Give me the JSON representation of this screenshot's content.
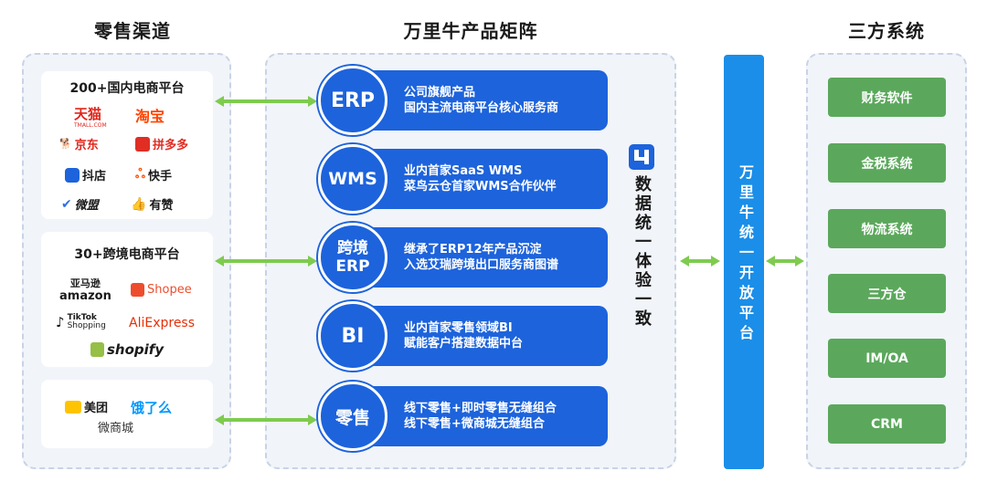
{
  "titles": {
    "retail": "零售渠道",
    "products": "万里牛产品矩阵",
    "third_party": "三方系统"
  },
  "retail": {
    "domestic": {
      "title": "200+国内电商平台",
      "logos": [
        "天猫",
        "TMALL.COM",
        "淘宝",
        "京东",
        "拼多多",
        "抖店",
        "快手",
        "微盟",
        "有赞"
      ]
    },
    "cross_border": {
      "title": "30+跨境电商平台",
      "logos": [
        "亚马逊",
        "amazon",
        "Shopee",
        "TikTok",
        "Shopping",
        "AliExpress",
        "shopify"
      ]
    },
    "local": {
      "logos": [
        "美团",
        "饿了么"
      ],
      "sub_label": "微商城"
    }
  },
  "products": [
    {
      "badge": "ERP",
      "line1": "公司旗舰产品",
      "line2": "国内主流电商平台核心服务商"
    },
    {
      "badge": "WMS",
      "line1": "业内首家SaaS WMS",
      "line2": "菜鸟云仓首家WMS合作伙伴"
    },
    {
      "badge_line1": "跨境",
      "badge_line2": "ERP",
      "line1": "继承了ERP12年产品沉淀",
      "line2": "入选艾瑞跨境出口服务商图谱"
    },
    {
      "badge": "BI",
      "line1": "业内首家零售领域BI",
      "line2": "赋能客户搭建数据中台"
    },
    {
      "badge": "零售",
      "line1": "线下零售+即时零售无缝组合",
      "line2": "线下零售+微商城无缝组合"
    }
  ],
  "data_unified": "数据统一体验一致",
  "open_platform": "万里牛统一开放平台",
  "systems": [
    "财务软件",
    "金税系统",
    "物流系统",
    "三方仓",
    "IM/OA",
    "CRM"
  ],
  "colors": {
    "product_blue": "#1d63dc",
    "platform_blue": "#1a8ee8",
    "system_green": "#5ba85c",
    "arrow_green": "#7ecb4f"
  }
}
